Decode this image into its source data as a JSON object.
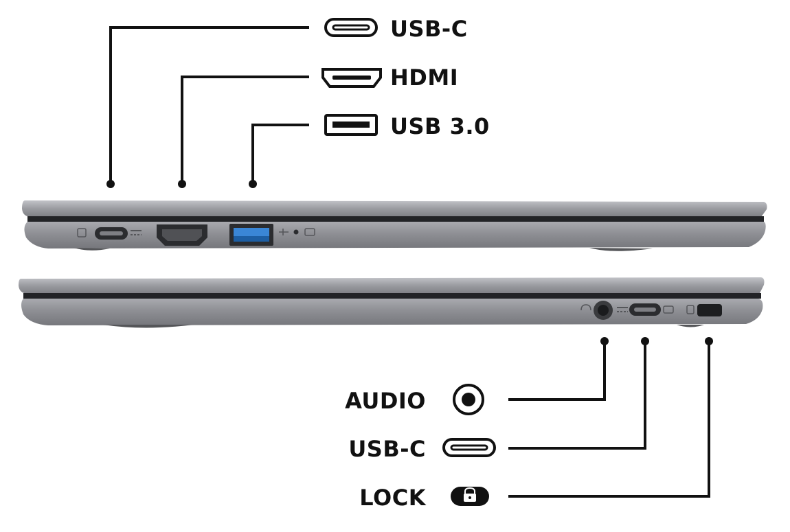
{
  "top_side": {
    "ports": [
      {
        "id": "usb-c-left",
        "label": "USB-C",
        "icon": "usb-c-port-icon"
      },
      {
        "id": "hdmi",
        "label": "HDMI",
        "icon": "hdmi-port-icon"
      },
      {
        "id": "usb-3",
        "label": "USB 3.0",
        "icon": "usb-a-port-icon"
      }
    ]
  },
  "bottom_side": {
    "ports": [
      {
        "id": "audio",
        "label": "AUDIO",
        "icon": "audio-jack-icon"
      },
      {
        "id": "usb-c-right",
        "label": "USB-C",
        "icon": "usb-c-port-icon"
      },
      {
        "id": "lock",
        "label": "LOCK",
        "icon": "lock-icon"
      }
    ]
  },
  "colors": {
    "laptop_body": "#8d8e93",
    "laptop_highlight": "#b4b5ba",
    "laptop_seam": "#1e1f22",
    "usb_a_blue": "#2f7fd0",
    "text": "#111111"
  }
}
